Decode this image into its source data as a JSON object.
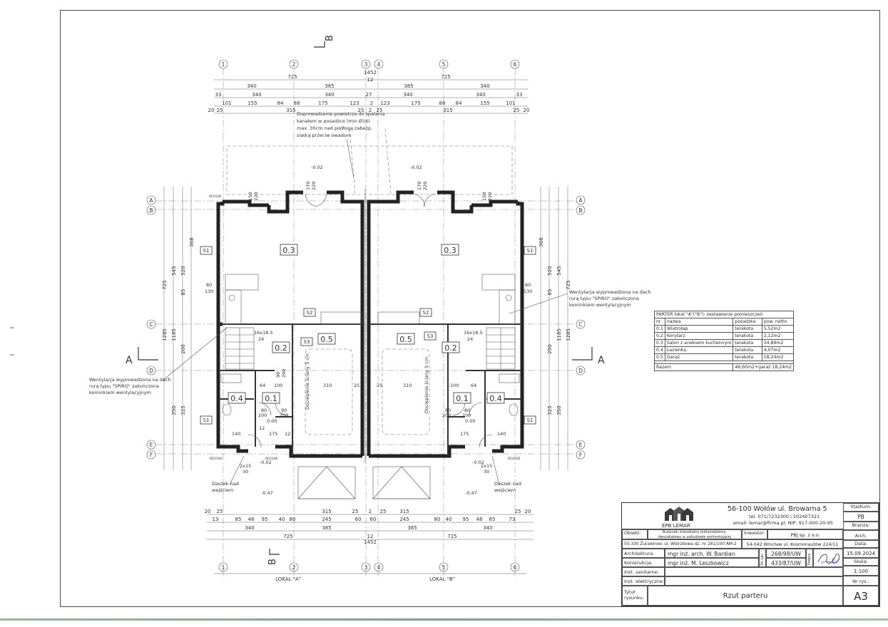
{
  "plan": {
    "section_marks": {
      "a": "A",
      "b": "B"
    },
    "axes_top": [
      "1",
      "2",
      "3",
      "4",
      "5",
      "6"
    ],
    "axes_side": [
      "A",
      "B",
      "C",
      "D",
      "E",
      "F"
    ],
    "dims_top": {
      "row1": [
        "725",
        "1452",
        "725"
      ],
      "row1_mid": "12",
      "row2": [
        "340",
        "385",
        "385",
        "340"
      ],
      "row3": [
        "33",
        "340",
        "340",
        "27",
        "340",
        "340",
        "33"
      ],
      "row4": [
        "101",
        "155",
        "84",
        "88",
        "175",
        "123",
        "2",
        "123",
        "175",
        "88",
        "84",
        "155",
        "101"
      ],
      "row5": [
        "20",
        "25",
        "315",
        "25",
        "2",
        "25",
        "315",
        "25",
        "20"
      ]
    },
    "dims_bottom": {
      "row1": [
        "20",
        "25",
        "315",
        "25",
        "2",
        "25",
        "315",
        "25",
        "20"
      ],
      "row2": [
        "13",
        "85",
        "48",
        "95",
        "40",
        "80",
        "245",
        "60",
        "60",
        "245",
        "80",
        "40",
        "95",
        "48",
        "85",
        "73"
      ],
      "row3": [
        "340",
        "385",
        "385",
        "340"
      ],
      "row4": [
        "725",
        "1452",
        "725"
      ],
      "row_mid": "12"
    },
    "dims_side_left": [
      "1285",
      "1185",
      "545",
      "520",
      "200",
      "350",
      "325",
      "368",
      "725",
      "85"
    ],
    "dims_side_right": [
      "1285",
      "1185",
      "545",
      "520",
      "200",
      "350",
      "325",
      "368",
      "725",
      "85"
    ],
    "rooms": [
      "0.3",
      "0.3",
      "0.2",
      "0.2",
      "0.5",
      "0.5",
      "0.1",
      "0.1",
      "0.4",
      "0.4"
    ],
    "tags": [
      "S1",
      "S1",
      "S1",
      "S1",
      "S2",
      "S2",
      "S3",
      "S3"
    ],
    "stairs": [
      "16x18.5",
      "24",
      "16x18.5",
      "24"
    ],
    "levels": [
      "-0.02",
      "-0.02",
      "0.00",
      "0.00",
      "-0.02",
      "-0.02",
      "-0.47",
      "-0.47"
    ],
    "door_dims": [
      "80",
      "200",
      "90",
      "200",
      "90",
      "200",
      "80",
      "200",
      "80",
      "200",
      "170",
      "220",
      "150",
      "220"
    ],
    "misc_dims": [
      "80",
      "130",
      "140",
      "175",
      "12",
      "12",
      "310",
      "25",
      "64",
      "100",
      "12",
      "2x15",
      "30",
      "150"
    ],
    "insulation_note": "Docieplenie ściany 5 cm",
    "air_note": [
      "Doprowadzenie powietrza do spalania",
      "kanałem w posadzce (min Ø16)",
      "max. 30cm nad podłogą zabezp.",
      "siatką przeciw owadom"
    ],
    "vent_note_left": [
      "Wentylacja wyprowadzona na dach",
      "rurą typu \"SPIRO\" zakończona",
      "kominkiem wentylacyjnym"
    ],
    "vent_note_right": [
      "Wentylacja wyprowadzona na dach",
      "rurą typu \"SPIRO\" zakończona",
      "kominkiem wentylacyjnym"
    ],
    "porch_note_left": [
      "Daszek nad",
      "wejściem"
    ],
    "porch_note_right": [
      "Daszek nad",
      "wejściem"
    ],
    "lokal_a": "LOKAL \"A\"",
    "lokal_b": "LOKAL \"B\"",
    "small_labels": [
      "RE0100",
      "RE0100",
      "RE0100",
      "RE0100"
    ]
  },
  "rooms_table": {
    "caption": "PARTER lokal \"A\"(\"B\")- zestawienie pomieszczeń",
    "headers": [
      "nr",
      "nazwa",
      "posadzka",
      "pow. netto"
    ],
    "rows": [
      [
        "0.1",
        "Wiatrołap",
        "terakota",
        "5,52m2"
      ],
      [
        "0.2",
        "Korytarz",
        "terakota",
        "2,12m2"
      ],
      [
        "0.3",
        "Salon z aneksem kuchennym",
        "terakota",
        "34,89m2"
      ],
      [
        "0.4",
        "Łazienka",
        "terakota",
        "4,07m2"
      ],
      [
        "0.5",
        "Garaż",
        "terakota",
        "18,24m2"
      ]
    ],
    "total_label": "Razem",
    "total_value": "46,60m2+garaż 18,24m2"
  },
  "title_block": {
    "company": "EPB LEMAR",
    "address": "56-100 Wołów ul. Browarna 5",
    "phone": "tel. 071/7232300 i 502407321",
    "email": "email: lemar@firma.pl; NIP: 917-000-20-95",
    "stadium_label": "Stadium:",
    "stadium_value": "PB",
    "branza_label": "Branża:",
    "branza_value": "Arch.",
    "obiekt_label": "Obiekt:",
    "obiekt_value": [
      "Budynek mieszkalny jednorodzinny,",
      "dwulokalowy w zabudowie wolnostojącej",
      "55-330 Żurawiniec ul. Wierzbowa dz. nr 281/100 AM-2"
    ],
    "inwestor_label": "Inwestor:",
    "inwestor_value": [
      "PBJ sp. z o.o.",
      "54-042 Wrocław ul. Kosmonautów 224/11"
    ],
    "data_label": "Data:",
    "data_value": "15.09.2024",
    "architektura_label": "Architektura:",
    "architektura_value": "mgr inż. arch. W. Bardian",
    "architektura_nr": "268/98/UW",
    "konstrukcja_label": "Konstrukcja:",
    "konstrukcja_value": "mgr inż. M. Leszkowicz",
    "konstrukcja_nr": "433/87/UW",
    "nr_upr_label": "Nr upr.",
    "podpis_label": "Podpis",
    "skala_label": "Skala:",
    "skala_value": "1:100",
    "sanitarne_label": "Inst. sanitarne:",
    "elektryczne_label": "Inst. elektryczne:",
    "nr_rys_label": "Nr rys.:",
    "nr_rys_value": "A3",
    "tytul_label": [
      "Tytuł",
      "rysunku:"
    ],
    "tytul_value": "Rzut parteru"
  }
}
